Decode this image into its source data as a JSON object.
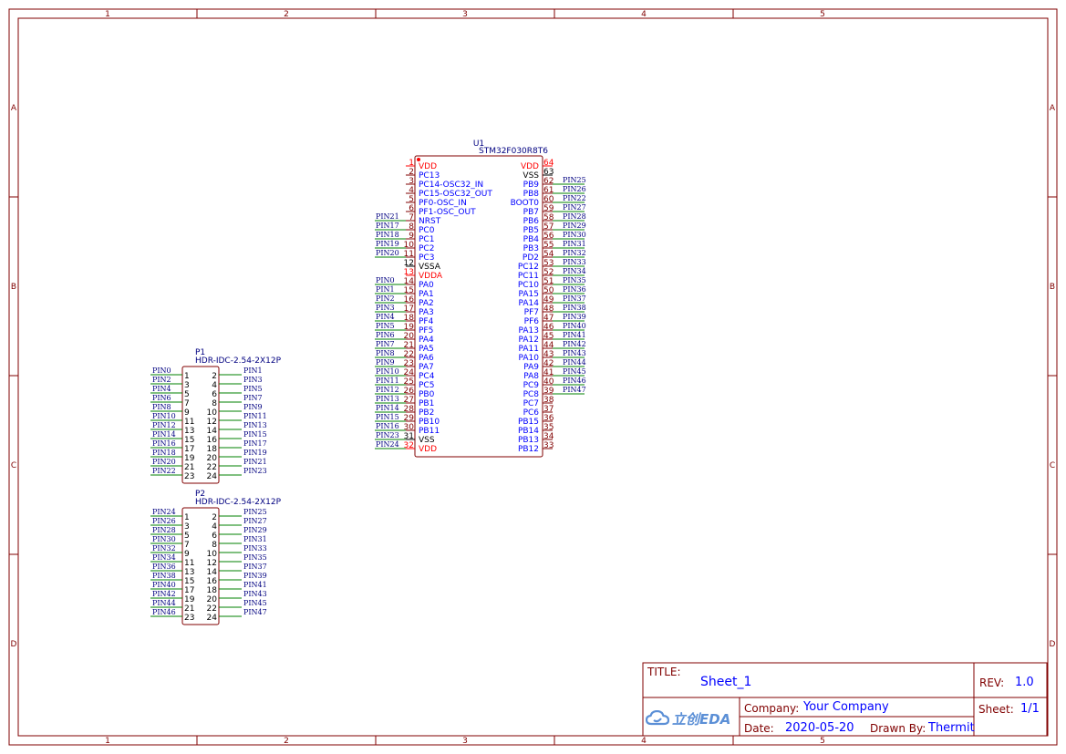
{
  "frame": {
    "columns": [
      "1",
      "2",
      "3",
      "4",
      "5"
    ],
    "rows": [
      "A",
      "B",
      "C",
      "D"
    ]
  },
  "components": {
    "u1": {
      "designator": "U1",
      "part": "STM32F030R8T6",
      "left_pins": [
        {
          "num": "1",
          "name": "VDD",
          "net": "",
          "power": true
        },
        {
          "num": "2",
          "name": "PC13",
          "net": ""
        },
        {
          "num": "3",
          "name": "PC14-OSC32_IN",
          "net": ""
        },
        {
          "num": "4",
          "name": "PC15-OSC32_OUT",
          "net": ""
        },
        {
          "num": "5",
          "name": "PF0-OSC_IN",
          "net": ""
        },
        {
          "num": "6",
          "name": "PF1-OSC_OUT",
          "net": ""
        },
        {
          "num": "7",
          "name": "NRST",
          "net": "PIN21"
        },
        {
          "num": "8",
          "name": "PC0",
          "net": "PIN17"
        },
        {
          "num": "9",
          "name": "PC1",
          "net": "PIN18"
        },
        {
          "num": "10",
          "name": "PC2",
          "net": "PIN19"
        },
        {
          "num": "11",
          "name": "PC3",
          "net": "PIN20"
        },
        {
          "num": "12",
          "name": "VSSA",
          "net": "",
          "ground": true
        },
        {
          "num": "13",
          "name": "VDDA",
          "net": "",
          "power": true
        },
        {
          "num": "14",
          "name": "PA0",
          "net": "PIN0"
        },
        {
          "num": "15",
          "name": "PA1",
          "net": "PIN1"
        },
        {
          "num": "16",
          "name": "PA2",
          "net": "PIN2"
        },
        {
          "num": "17",
          "name": "PA3",
          "net": "PIN3"
        },
        {
          "num": "18",
          "name": "PF4",
          "net": "PIN4"
        },
        {
          "num": "19",
          "name": "PF5",
          "net": "PIN5"
        },
        {
          "num": "20",
          "name": "PA4",
          "net": "PIN6"
        },
        {
          "num": "21",
          "name": "PA5",
          "net": "PIN7"
        },
        {
          "num": "22",
          "name": "PA6",
          "net": "PIN8"
        },
        {
          "num": "23",
          "name": "PA7",
          "net": "PIN9"
        },
        {
          "num": "24",
          "name": "PC4",
          "net": "PIN10"
        },
        {
          "num": "25",
          "name": "PC5",
          "net": "PIN11"
        },
        {
          "num": "26",
          "name": "PB0",
          "net": "PIN12"
        },
        {
          "num": "27",
          "name": "PB1",
          "net": "PIN13"
        },
        {
          "num": "28",
          "name": "PB2",
          "net": "PIN14"
        },
        {
          "num": "29",
          "name": "PB10",
          "net": "PIN15"
        },
        {
          "num": "30",
          "name": "PB11",
          "net": "PIN16"
        },
        {
          "num": "31",
          "name": "VSS",
          "net": "PIN23",
          "ground": true
        },
        {
          "num": "32",
          "name": "VDD",
          "net": "PIN24",
          "power": true
        }
      ],
      "right_pins": [
        {
          "num": "64",
          "name": "VDD",
          "net": "",
          "power": true
        },
        {
          "num": "63",
          "name": "VSS",
          "net": "",
          "ground": true
        },
        {
          "num": "62",
          "name": "PB9",
          "net": "PIN25"
        },
        {
          "num": "61",
          "name": "PB8",
          "net": "PIN26"
        },
        {
          "num": "60",
          "name": "BOOT0",
          "net": "PIN22"
        },
        {
          "num": "59",
          "name": "PB7",
          "net": "PIN27"
        },
        {
          "num": "58",
          "name": "PB6",
          "net": "PIN28"
        },
        {
          "num": "57",
          "name": "PB5",
          "net": "PIN29"
        },
        {
          "num": "56",
          "name": "PB4",
          "net": "PIN30"
        },
        {
          "num": "55",
          "name": "PB3",
          "net": "PIN31"
        },
        {
          "num": "54",
          "name": "PD2",
          "net": "PIN32"
        },
        {
          "num": "53",
          "name": "PC12",
          "net": "PIN33"
        },
        {
          "num": "52",
          "name": "PC11",
          "net": "PIN34"
        },
        {
          "num": "51",
          "name": "PC10",
          "net": "PIN35"
        },
        {
          "num": "50",
          "name": "PA15",
          "net": "PIN36"
        },
        {
          "num": "49",
          "name": "PA14",
          "net": "PIN37"
        },
        {
          "num": "48",
          "name": "PF7",
          "net": "PIN38"
        },
        {
          "num": "47",
          "name": "PF6",
          "net": "PIN39"
        },
        {
          "num": "46",
          "name": "PA13",
          "net": "PIN40"
        },
        {
          "num": "45",
          "name": "PA12",
          "net": "PIN41"
        },
        {
          "num": "44",
          "name": "PA11",
          "net": "PIN42"
        },
        {
          "num": "43",
          "name": "PA10",
          "net": "PIN43"
        },
        {
          "num": "42",
          "name": "PA9",
          "net": "PIN44"
        },
        {
          "num": "41",
          "name": "PA8",
          "net": "PIN45"
        },
        {
          "num": "40",
          "name": "PC9",
          "net": "PIN46"
        },
        {
          "num": "39",
          "name": "PC8",
          "net": "PIN47"
        },
        {
          "num": "38",
          "name": "PC7",
          "net": ""
        },
        {
          "num": "37",
          "name": "PC6",
          "net": ""
        },
        {
          "num": "36",
          "name": "PB15",
          "net": ""
        },
        {
          "num": "35",
          "name": "PB14",
          "net": ""
        },
        {
          "num": "34",
          "name": "PB13",
          "net": ""
        },
        {
          "num": "33",
          "name": "PB12",
          "net": ""
        }
      ]
    },
    "headers": [
      {
        "designator": "P1",
        "part": "HDR-IDC-2.54-2X12P",
        "left_pins": [
          {
            "num": "1",
            "net": "PIN0"
          },
          {
            "num": "3",
            "net": "PIN2"
          },
          {
            "num": "5",
            "net": "PIN4"
          },
          {
            "num": "7",
            "net": "PIN6"
          },
          {
            "num": "9",
            "net": "PIN8"
          },
          {
            "num": "11",
            "net": "PIN10"
          },
          {
            "num": "13",
            "net": "PIN12"
          },
          {
            "num": "15",
            "net": "PIN14"
          },
          {
            "num": "17",
            "net": "PIN16"
          },
          {
            "num": "19",
            "net": "PIN18"
          },
          {
            "num": "21",
            "net": "PIN20"
          },
          {
            "num": "23",
            "net": "PIN22"
          }
        ],
        "right_pins": [
          {
            "num": "2",
            "net": "PIN1"
          },
          {
            "num": "4",
            "net": "PIN3"
          },
          {
            "num": "6",
            "net": "PIN5"
          },
          {
            "num": "8",
            "net": "PIN7"
          },
          {
            "num": "10",
            "net": "PIN9"
          },
          {
            "num": "12",
            "net": "PIN11"
          },
          {
            "num": "14",
            "net": "PIN13"
          },
          {
            "num": "16",
            "net": "PIN15"
          },
          {
            "num": "18",
            "net": "PIN17"
          },
          {
            "num": "20",
            "net": "PIN19"
          },
          {
            "num": "22",
            "net": "PIN21"
          },
          {
            "num": "24",
            "net": "PIN23"
          }
        ]
      },
      {
        "designator": "P2",
        "part": "HDR-IDC-2.54-2X12P",
        "left_pins": [
          {
            "num": "1",
            "net": "PIN24"
          },
          {
            "num": "3",
            "net": "PIN26"
          },
          {
            "num": "5",
            "net": "PIN28"
          },
          {
            "num": "7",
            "net": "PIN30"
          },
          {
            "num": "9",
            "net": "PIN32"
          },
          {
            "num": "11",
            "net": "PIN34"
          },
          {
            "num": "13",
            "net": "PIN36"
          },
          {
            "num": "15",
            "net": "PIN38"
          },
          {
            "num": "17",
            "net": "PIN40"
          },
          {
            "num": "19",
            "net": "PIN42"
          },
          {
            "num": "21",
            "net": "PIN44"
          },
          {
            "num": "23",
            "net": "PIN46"
          }
        ],
        "right_pins": [
          {
            "num": "2",
            "net": "PIN25"
          },
          {
            "num": "4",
            "net": "PIN27"
          },
          {
            "num": "6",
            "net": "PIN29"
          },
          {
            "num": "8",
            "net": "PIN31"
          },
          {
            "num": "10",
            "net": "PIN33"
          },
          {
            "num": "12",
            "net": "PIN35"
          },
          {
            "num": "14",
            "net": "PIN37"
          },
          {
            "num": "16",
            "net": "PIN39"
          },
          {
            "num": "18",
            "net": "PIN41"
          },
          {
            "num": "20",
            "net": "PIN43"
          },
          {
            "num": "22",
            "net": "PIN45"
          },
          {
            "num": "24",
            "net": "PIN47"
          }
        ]
      }
    ]
  },
  "title_block": {
    "title_label": "TITLE:",
    "title": "Sheet_1",
    "rev_label": "REV:",
    "rev": "1.0",
    "company_label": "Company:",
    "company": "Your Company",
    "sheet_label": "Sheet:",
    "sheet": "1/1",
    "date_label": "Date:",
    "date": "2020-05-20",
    "drawn_label": "Drawn By:",
    "drawn_by": "Thermit",
    "logo_text": "立创EDA"
  },
  "colors": {
    "frame": "#800000",
    "pin_name": "#0000ff",
    "pin_num": "#800000",
    "power": "#ff0000",
    "wire": "#008000",
    "net_label": "#000080"
  }
}
